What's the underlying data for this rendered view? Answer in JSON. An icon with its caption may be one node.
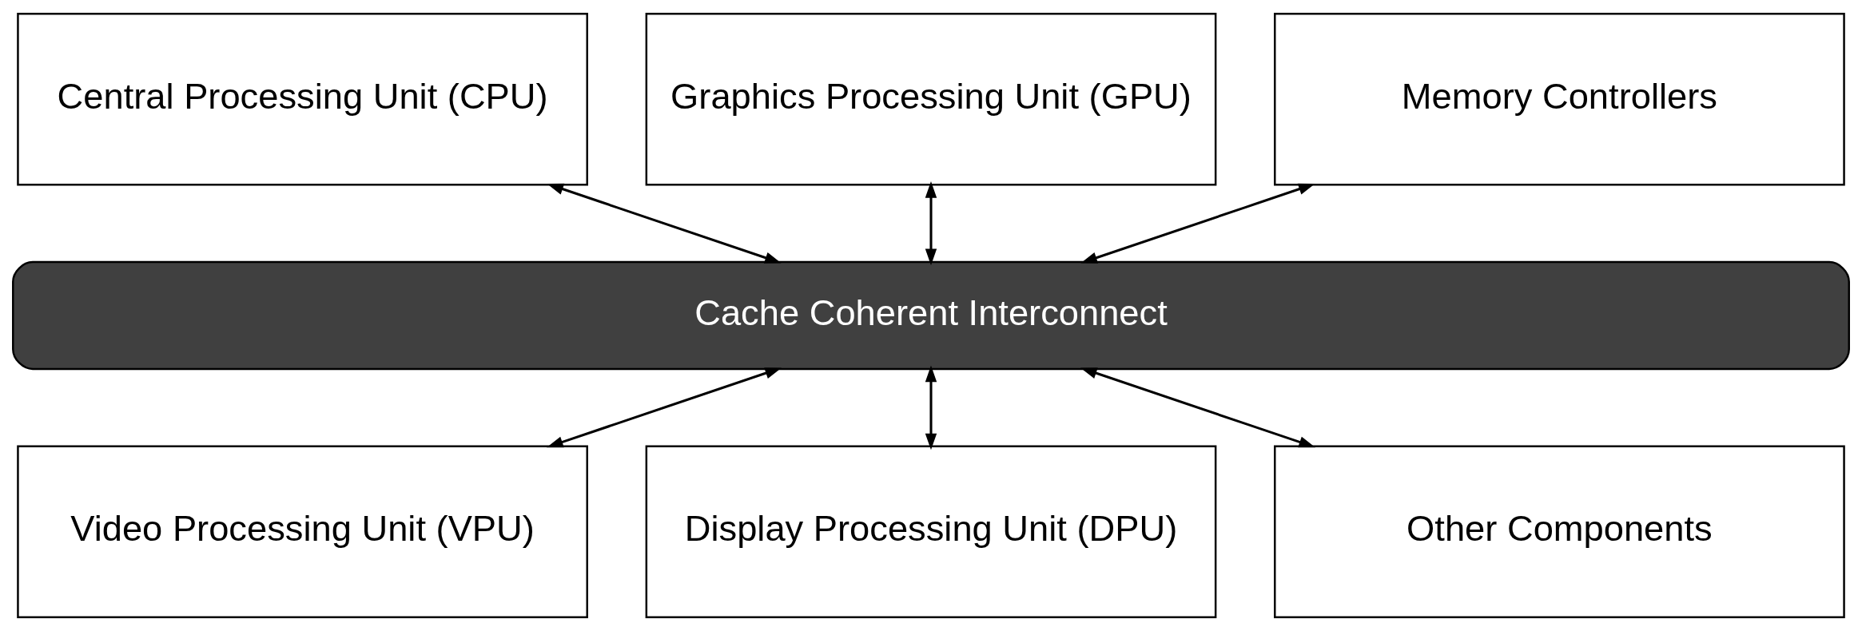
{
  "diagram": {
    "nodes": [
      {
        "text": [
          "Central Processing Unit (CPU)"
        ]
      },
      {
        "text": [
          "Graphics Processing Unit (GPU)"
        ]
      },
      {
        "text": [
          "Memory Controllers"
        ]
      },
      {
        "text": [
          "Cache Coherent Interconnect"
        ]
      },
      {
        "text": [
          "Video Processing Unit (VPU)"
        ]
      },
      {
        "text": [
          "Display Processing Unit (DPU)"
        ]
      },
      {
        "text": [
          "Other Components"
        ]
      }
    ],
    "edges": [
      {
        "from": 0,
        "to": 3,
        "arrow": "both"
      },
      {
        "from": 1,
        "to": 3,
        "arrow": "both"
      },
      {
        "from": 2,
        "to": 3,
        "arrow": "both"
      },
      {
        "from": 3,
        "to": 4,
        "arrow": "both"
      },
      {
        "from": 3,
        "to": 5,
        "arrow": "both"
      },
      {
        "from": 3,
        "to": 6,
        "arrow": "both"
      }
    ]
  }
}
